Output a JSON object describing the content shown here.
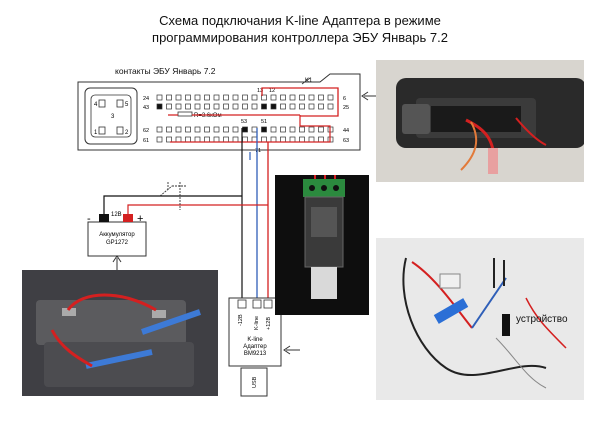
{
  "title": {
    "line1": "Схема подключания K-line Адаптера в режиме",
    "line2": "программирования контроллера ЭБУ Январь 7.2"
  },
  "ecu": {
    "label": "контакты ЭБУ Январь 7.2",
    "pins_left": [
      "24",
      "43",
      "62",
      "61"
    ],
    "pins_right": [
      "6",
      "25",
      "44",
      "63"
    ],
    "pins_top": [
      "13",
      "12"
    ],
    "pins_bottom": [
      "53",
      "51",
      "71"
    ],
    "small_connector": [
      "4",
      "5",
      "3",
      "1",
      "2"
    ],
    "resistor": "R=3.6кОм",
    "relay": "K1"
  },
  "battery": {
    "voltage": "12В",
    "minus": "-",
    "plus": "+",
    "label_line1": "Аккумулятор",
    "label_line2": "GP1272"
  },
  "adapter": {
    "pin_gnd": "-12B",
    "pin_kline": "K-line",
    "pin_plus": "+12B",
    "label_line1": "K-line",
    "label_line2": "Адаптер",
    "label_line3": "BM9213",
    "usb": "USB"
  },
  "photo_caption": "устройство",
  "colors": {
    "wire_red": "#d42020",
    "wire_blue": "#2f5fb8",
    "wire_black": "#111111"
  }
}
